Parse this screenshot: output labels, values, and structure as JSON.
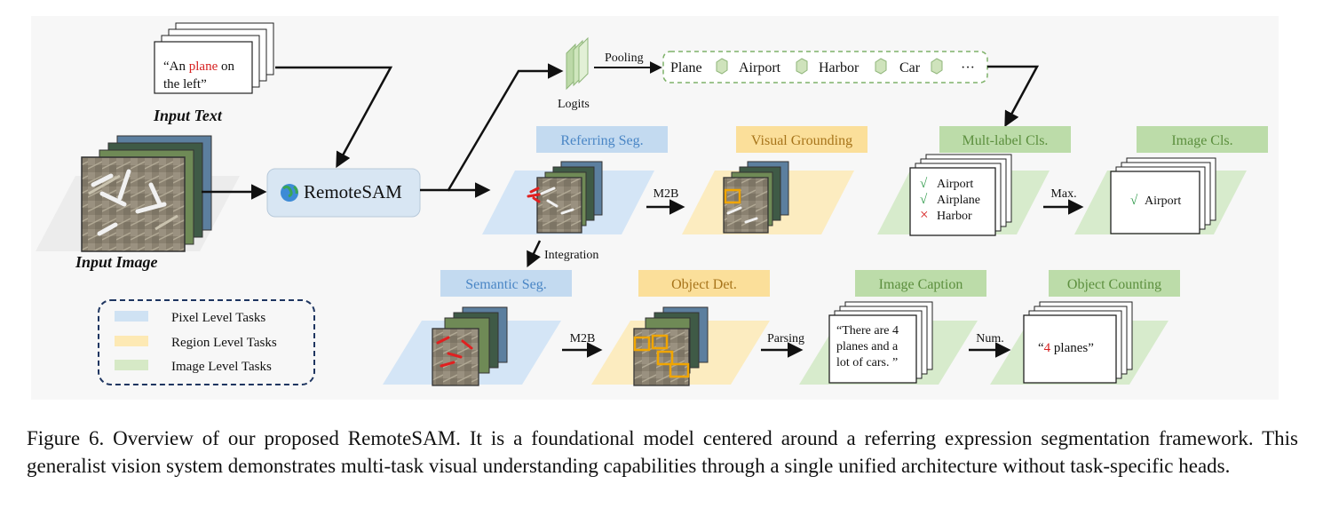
{
  "figure": {
    "input_text": {
      "quote_open": "“An ",
      "highlight": "plane",
      "after_highlight": " on",
      "line2": "the left”",
      "label": "Input Text"
    },
    "input_image": {
      "label": "Input Image"
    },
    "model": {
      "name": "RemoteSAM"
    },
    "logits": {
      "label": "Logits",
      "pooling_label": "Pooling"
    },
    "class_list": [
      "Plane",
      "Airport",
      "Harbor",
      "Car",
      "···"
    ],
    "tasks": {
      "referring_seg": "Referring Seg.",
      "visual_grounding": "Visual Grounding",
      "multilabel_cls": "Mult-label Cls.",
      "image_cls": "Image Cls.",
      "semantic_seg": "Semantic Seg.",
      "object_det": "Object Det.",
      "image_caption": "Image Caption",
      "object_counting": "Object Counting"
    },
    "arrows": {
      "m2b_top": "M2B",
      "integration": "Integration",
      "max": "Max.",
      "m2b_bottom": "M2B",
      "parsing": "Parsing",
      "num": "Num."
    },
    "multilabel_items": [
      {
        "mark": "√",
        "label": "Airport"
      },
      {
        "mark": "√",
        "label": "Airplane"
      },
      {
        "mark": "×",
        "label": "Harbor"
      }
    ],
    "image_cls_result": {
      "mark": "√",
      "label": "Airport"
    },
    "caption_text": [
      "“There are 4",
      "planes and a",
      "lot of cars. ”"
    ],
    "counting_text": {
      "open": "“",
      "number": "4",
      "rest": " planes”"
    },
    "legend": [
      {
        "label": "Pixel Level Tasks",
        "color": "#cfe2f3"
      },
      {
        "label": "Region Level Tasks",
        "color": "#fde9b4"
      },
      {
        "label": "Image Level Tasks",
        "color": "#d6e9c6"
      }
    ],
    "colors": {
      "pixel_bg": "#d4e5f6",
      "pixel_label": "#c3daf0",
      "pixel_text": "#4a86c5",
      "region_bg": "#fcecc0",
      "region_label": "#fbdf9a",
      "region_text": "#a7741a",
      "image_bg": "#d7ebcc",
      "image_label": "#bcdca9",
      "image_text": "#5c8f3e",
      "highlight_red": "#d62020",
      "check_green": "#2f9a4a"
    }
  },
  "caption": "Figure 6. Overview of our proposed RemoteSAM. It is a foundational model centered around a referring expression segmentation framework. This generalist vision system demonstrates multi-task visual understanding capabilities through a single unified architecture without task-specific heads."
}
